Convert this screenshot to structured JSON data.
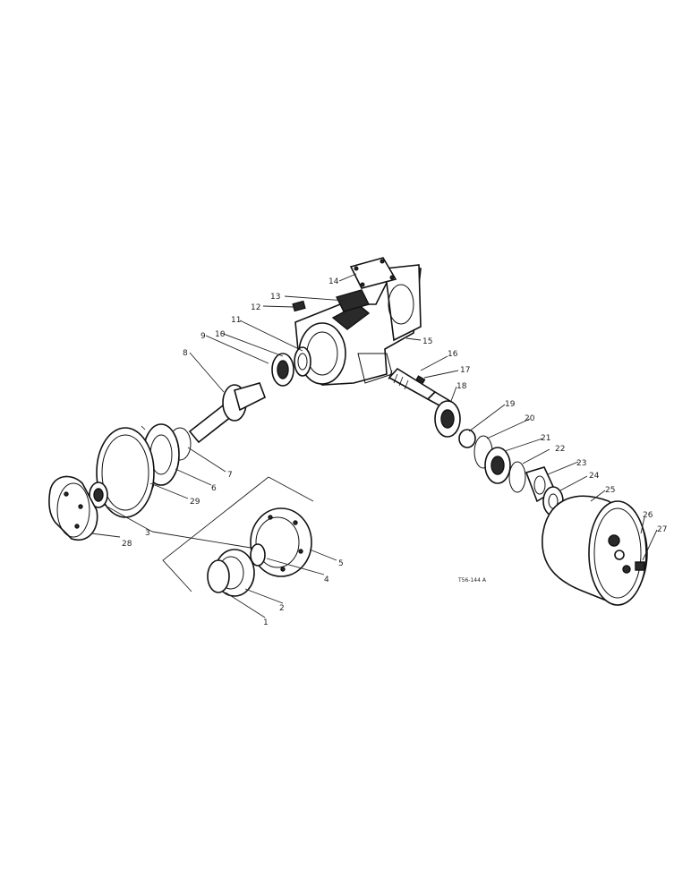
{
  "labels": {
    "p1": "1",
    "p2": "2",
    "p3": "3",
    "p4": "4",
    "p5": "5",
    "p6": "6",
    "p7": "7",
    "p8": "8",
    "p9": "9",
    "p10": "10",
    "p11": "11",
    "p12": "12",
    "p13": "13",
    "p14": "14",
    "p15": "15",
    "p16": "16",
    "p17": "17",
    "p18": "18",
    "p19": "19",
    "p20": "20",
    "p21": "21",
    "p22": "22",
    "p23": "23",
    "p24": "24",
    "p25": "25",
    "p26": "26",
    "p27": "27",
    "p28": "28",
    "p29": "29"
  },
  "reference_code": "T56-144 A"
}
